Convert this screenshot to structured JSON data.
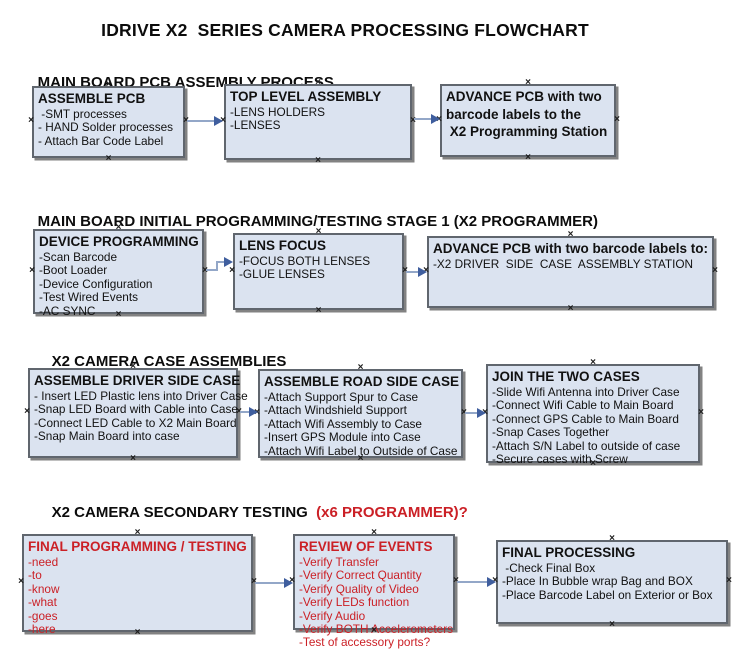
{
  "title": "IDRIVE X2  SERIES CAMERA PROCESSING FLOWCHART",
  "colors": {
    "box_fill": "#dbe3f0",
    "box_border": "#60666e",
    "red_text": "#cb2026",
    "arrow_line": "#93a7c8",
    "arrow_head": "#3f5e9e"
  },
  "sections": [
    {
      "heading": "MAIN BOARD PCB ASSEMBLY PROCESS",
      "heading_red": "",
      "boxes": [
        {
          "title": "ASSEMBLE PCB",
          "items": [
            " -SMT processes",
            "- HAND Solder processes",
            "- Attach Bar Code Label"
          ]
        },
        {
          "title": "TOP LEVEL ASSEMBLY",
          "items": [
            "-LENS HOLDERS",
            "-LENSES"
          ]
        },
        {
          "title": "ADVANCE PCB with two",
          "items": [
            "barcode labels to the",
            " X2 Programming Station"
          ]
        }
      ]
    },
    {
      "heading": "MAIN BOARD INITIAL PROGRAMMING/TESTING STAGE 1 (X2 PROGRAMMER)",
      "heading_red": "",
      "boxes": [
        {
          "title": "DEVICE PROGRAMMING",
          "items": [
            "-Scan Barcode",
            "-Boot Loader",
            "-Device Configuration",
            "-Test Wired Events",
            "-AC SYNC"
          ]
        },
        {
          "title": "LENS FOCUS",
          "items": [
            "-FOCUS BOTH LENSES",
            "-GLUE LENSES"
          ]
        },
        {
          "title": "ADVANCE PCB with two barcode labels to:",
          "items": [
            "-X2 DRIVER  SIDE  CASE  ASSEMBLY STATION"
          ]
        }
      ]
    },
    {
      "heading": "X2 CAMERA CASE ASSEMBLIES",
      "heading_red": "",
      "boxes": [
        {
          "title": "ASSEMBLE DRIVER SIDE CASE",
          "items": [
            "- Insert LED Plastic lens into Driver Case",
            "-Snap LED Board with Cable into Case",
            "-Connect LED Cable to X2 Main Board",
            "-Snap Main Board into case"
          ]
        },
        {
          "title": "ASSEMBLE ROAD SIDE CASE",
          "items": [
            "-Attach Support Spur to Case",
            "-Attach Windshield Support",
            "-Attach Wifi Assembly to Case",
            "-Insert GPS Module into Case",
            "-Attach Wifi Label to Outside of Case"
          ]
        },
        {
          "title": "JOIN THE TWO CASES",
          "items": [
            "-Slide Wifi Antenna into Driver Case",
            "-Connect Wifi Cable to Main Board",
            "-Connect GPS Cable to Main Board",
            "-Snap Cases Together",
            "-Attach S/N Label to outside of case",
            "-Secure cases with Screw"
          ]
        }
      ]
    },
    {
      "heading": "X2 CAMERA SECONDARY TESTING  ",
      "heading_red": "(x6 PROGRAMMER)?",
      "boxes": [
        {
          "title": "FINAL PROGRAMMING / TESTING",
          "items": [
            "-need",
            "-to",
            "-know",
            "-what",
            "-goes",
            "-here"
          ]
        },
        {
          "title": "REVIEW OF EVENTS",
          "items": [
            "-Verify Transfer",
            "-Verify Correct Quantity",
            "-Verify Quality of Video",
            "-Verify LEDs function",
            "-Verify Audio",
            "-Verify BOTH Accelerometers",
            "-Test of accessory ports?"
          ]
        },
        {
          "title": "FINAL PROCESSING",
          "items": [
            " -Check Final Box",
            "-Place In Bubble wrap Bag and BOX",
            "-Place Barcode Label on Exterior or Box"
          ]
        }
      ]
    }
  ]
}
